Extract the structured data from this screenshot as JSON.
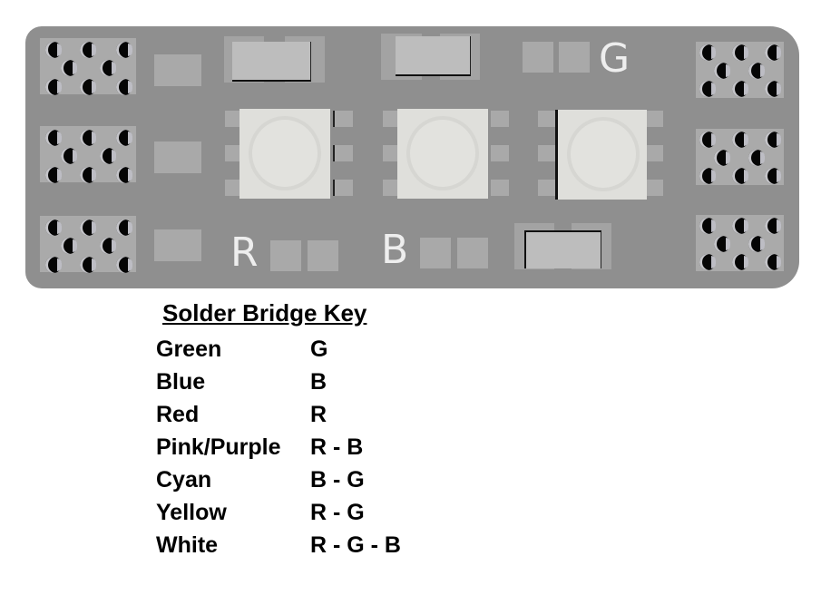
{
  "board": {
    "silkscreen_labels": {
      "green": "G",
      "red": "R",
      "blue": "B"
    },
    "colors": {
      "pcb": "#8f8f8f",
      "pad": "#a9a9a9",
      "led": "#dfdfdb",
      "hole": "#050505",
      "silkscreen": "#eeeeee"
    },
    "led_count": 3,
    "header_blocks": 6
  },
  "key": {
    "title": "Solder Bridge Key",
    "rows": [
      {
        "color": "Green",
        "bridge": "G"
      },
      {
        "color": "Blue",
        "bridge": "B"
      },
      {
        "color": "Red",
        "bridge": "R"
      },
      {
        "color": "Pink/Purple",
        "bridge": "R - B"
      },
      {
        "color": "Cyan",
        "bridge": "B - G"
      },
      {
        "color": "Yellow",
        "bridge": "R - G"
      },
      {
        "color": "White",
        "bridge": "R - G - B"
      }
    ]
  }
}
